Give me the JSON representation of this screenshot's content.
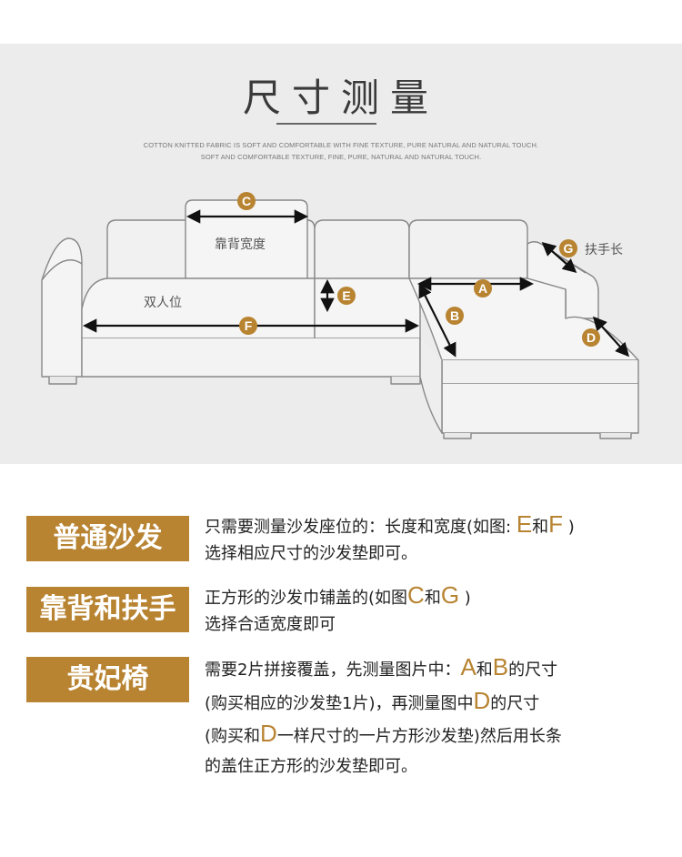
{
  "header": {
    "title": "尺寸测量",
    "subtitle_line1": "COTTON KNITTED FABRIC IS SOFT AND COMFORTABLE WITH FINE TEXTURE, PURE NATURAL AND NATURAL TOUCH.",
    "subtitle_line2": "SOFT AND COMFORTABLE TEXTURE, FINE, PURE, NATURAL AND NATURAL TOUCH."
  },
  "diagram": {
    "labels": {
      "backrest_width": "靠背宽度",
      "armrest_length": "扶手长",
      "two_seater": "双人位"
    },
    "markers": [
      "A",
      "B",
      "C",
      "D",
      "E",
      "F",
      "G"
    ],
    "colors": {
      "marker": "#b88432",
      "line": "#888888",
      "arrow": "#111111"
    }
  },
  "sections": [
    {
      "badge": "普通沙发",
      "line1": {
        "pre": "只需要测量沙发座位的：长度和宽度(如图: ",
        "m1": "E",
        "mid": "和",
        "m2": "F",
        "post": " )"
      },
      "line2": "选择相应尺寸的沙发垫即可。"
    },
    {
      "badge": "靠背和扶手",
      "line1": {
        "pre": "正方形的沙发巾铺盖的(如图",
        "m1": "C",
        "mid": "和",
        "m2": "G",
        "post": " )"
      },
      "line2": "选择合适宽度即可"
    },
    {
      "badge": "贵妃椅",
      "line1": {
        "pre": "需要2片拼接覆盖，先测量图片中：",
        "m1": "A",
        "mid": "和",
        "m2": "B",
        "post": "的尺寸"
      },
      "line2": {
        "pre": "(购买相应的沙发垫1片)，再测量图中",
        "m1": "D",
        "post": "的尺寸"
      },
      "line3": {
        "pre": "(购买和",
        "m1": "D",
        "post": "一样尺寸的一片方形沙发垫)然后用长条"
      },
      "line4": "的盖住正方形的沙发垫即可。"
    }
  ]
}
